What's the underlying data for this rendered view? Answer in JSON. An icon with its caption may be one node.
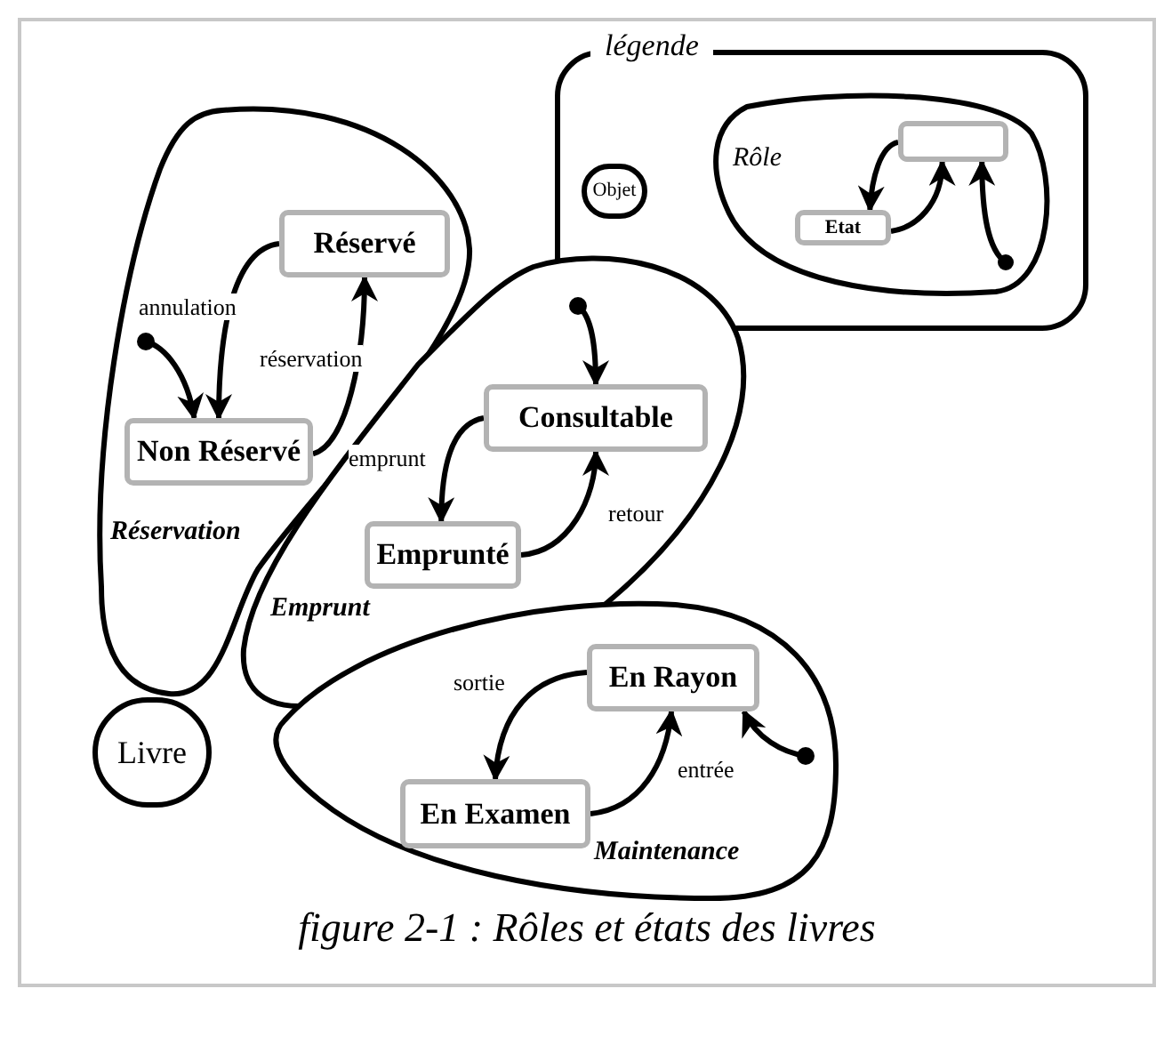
{
  "diagram": {
    "caption": "figure 2-1 : Rôles et états des livres",
    "nodes": [
      {
        "text": [
          "légende"
        ]
      },
      {
        "text": [
          "Objet"
        ],
        "in": 0
      },
      {
        "text": [
          "Rôle"
        ],
        "in": 0
      },
      {
        "text": [],
        "shape": "box",
        "in": 2
      },
      {
        "text": [
          "Etat"
        ],
        "in": 2
      },
      {
        "text": [],
        "shape": "circle",
        "in": 2
      },
      {
        "text": [
          "Réservation"
        ]
      },
      {
        "text": [
          "Réservé"
        ],
        "in": 6
      },
      {
        "text": [
          "Non Réservé"
        ],
        "in": 6
      },
      {
        "text": [],
        "shape": "circle",
        "in": 6
      },
      {
        "text": [
          "Emprunt"
        ]
      },
      {
        "text": [],
        "shape": "circle"
      },
      {
        "text": [
          "Consultable"
        ],
        "in": 10
      },
      {
        "text": [
          "Emprunté"
        ],
        "in": 10
      },
      {
        "text": [
          "Maintenance"
        ]
      },
      {
        "text": [
          "En Rayon"
        ],
        "in": 14
      },
      {
        "text": [
          "En Examen"
        ],
        "in": 14
      },
      {
        "text": [],
        "shape": "circle",
        "in": 14
      },
      {
        "text": [
          "Livre"
        ]
      }
    ],
    "edges": [
      {
        "from": 3,
        "to": 4,
        "arrow": "to"
      },
      {
        "from": 4,
        "to": 3,
        "arrow": "to"
      },
      {
        "from": 5,
        "to": 3,
        "arrow": "to"
      },
      {
        "from": 7,
        "to": 8,
        "arrow": "to",
        "label": "annulation"
      },
      {
        "from": 8,
        "to": 7,
        "arrow": "to",
        "label": "réservation"
      },
      {
        "from": 9,
        "to": 8,
        "arrow": "to"
      },
      {
        "from": 11,
        "to": 12,
        "arrow": "to"
      },
      {
        "from": 12,
        "to": 13,
        "arrow": "to",
        "label": "emprunt"
      },
      {
        "from": 13,
        "to": 12,
        "arrow": "to",
        "label": "retour"
      },
      {
        "from": 15,
        "to": 16,
        "arrow": "to",
        "label": "sortie"
      },
      {
        "from": 16,
        "to": 15,
        "arrow": "to",
        "label": "entrée"
      },
      {
        "from": 17,
        "to": 15,
        "arrow": "to"
      }
    ]
  }
}
